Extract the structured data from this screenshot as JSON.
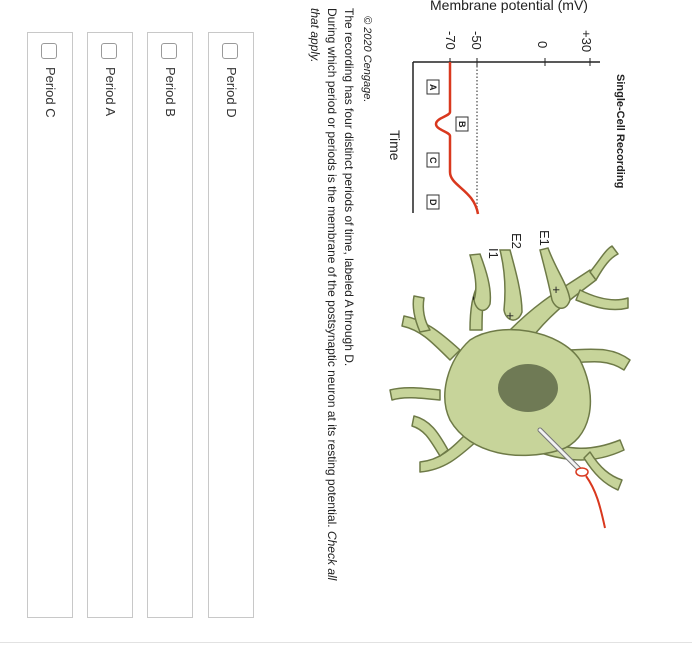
{
  "figure": {
    "chart_title": "Single-Cell Recording",
    "y_axis_label": "Membrane potential (mV)",
    "y_ticks": [
      "+30",
      "0",
      "-50",
      "-70"
    ],
    "x_axis_label": "Time",
    "period_labels": [
      "A",
      "B",
      "C",
      "D"
    ],
    "electrodes": [
      "E1",
      "E2",
      "I1"
    ],
    "electrode_signs": [
      "+",
      "+",
      "-"
    ],
    "copyright": "© 2020 Cengage.",
    "colors": {
      "trace": "#d9381e",
      "neuron_fill": "#c7d49a",
      "nucleus": "#6f7a55"
    }
  },
  "question": {
    "intro": "The recording has four distinct periods of time, labeled A through D.",
    "prompt": "During which period or periods is the membrane of the postsynaptic neuron at its resting potential.",
    "instruction_line1": "Check all",
    "instruction_line2": "that apply."
  },
  "options": [
    {
      "label": "Period D",
      "checked": false
    },
    {
      "label": "Period B",
      "checked": false
    },
    {
      "label": "Period A",
      "checked": false
    },
    {
      "label": "Period C",
      "checked": false
    }
  ]
}
